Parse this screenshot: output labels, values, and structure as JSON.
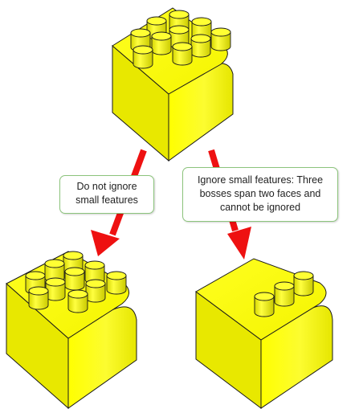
{
  "colors": {
    "block_fill": "#ffff00",
    "block_side": "#d8d800",
    "block_outline": "#1a1a1a",
    "arrow": "#ee1111",
    "callout_border": "#8cc47c"
  },
  "icons": [
    "cube-with-bosses",
    "red-arrow"
  ],
  "callouts": {
    "left": {
      "line1": "Do not ignore",
      "line2": "small features"
    },
    "right": {
      "line1": "Ignore small features: Three",
      "line2": "bosses span two faces and",
      "line3": "cannot be ignored"
    }
  },
  "blocks": {
    "top": {
      "boss_count": 10
    },
    "bottom_left": {
      "boss_count": 10
    },
    "bottom_right": {
      "boss_count": 3
    }
  }
}
